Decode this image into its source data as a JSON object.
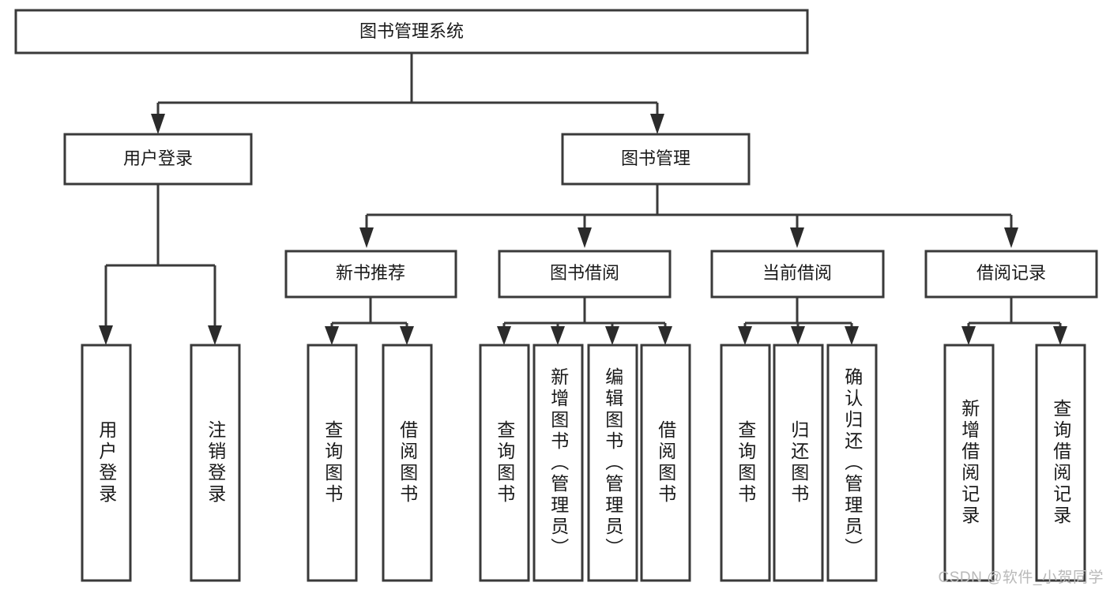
{
  "diagram": {
    "title": "图书管理系统",
    "type": "hierarchy-tree",
    "root": {
      "id": "root",
      "label": "图书管理系统"
    },
    "level2": [
      {
        "id": "user-login",
        "label": "用户登录"
      },
      {
        "id": "book-management",
        "label": "图书管理"
      }
    ],
    "level3": [
      {
        "id": "new-book-recommend",
        "label": "新书推荐",
        "parent": "book-management"
      },
      {
        "id": "book-borrow",
        "label": "图书借阅",
        "parent": "book-management"
      },
      {
        "id": "current-borrow",
        "label": "当前借阅",
        "parent": "book-management"
      },
      {
        "id": "borrow-record",
        "label": "借阅记录",
        "parent": "book-management"
      }
    ],
    "leaves": [
      {
        "id": "leaf-user-login",
        "label": "用户登录",
        "parent": "user-login"
      },
      {
        "id": "leaf-logout-login",
        "label": "注销登录",
        "parent": "user-login"
      },
      {
        "id": "leaf-query-book-1",
        "label": "查询图书",
        "parent": "new-book-recommend"
      },
      {
        "id": "leaf-borrow-book-1",
        "label": "借阅图书",
        "parent": "new-book-recommend"
      },
      {
        "id": "leaf-query-book-2",
        "label": "查询图书",
        "parent": "book-borrow"
      },
      {
        "id": "leaf-add-book-admin",
        "label": "新增图书（管理员）",
        "parent": "book-borrow"
      },
      {
        "id": "leaf-edit-book-admin",
        "label": "编辑图书（管理员）",
        "parent": "book-borrow"
      },
      {
        "id": "leaf-borrow-book-2",
        "label": "借阅图书",
        "parent": "book-borrow"
      },
      {
        "id": "leaf-query-book-3",
        "label": "查询图书",
        "parent": "current-borrow"
      },
      {
        "id": "leaf-return-book",
        "label": "归还图书",
        "parent": "current-borrow"
      },
      {
        "id": "leaf-confirm-return-admin",
        "label": "确认归还（管理员）",
        "parent": "current-borrow"
      },
      {
        "id": "leaf-add-borrow-record",
        "label": "新增借阅记录",
        "parent": "borrow-record"
      },
      {
        "id": "leaf-query-borrow-record",
        "label": "查询借阅记录",
        "parent": "borrow-record"
      }
    ],
    "watermark": "CSDN @软件_小贺同学",
    "colors": {
      "stroke": "#3a3a3a",
      "arrow": "#2b2b2b",
      "text": "#1a1a1a",
      "background": "#ffffff",
      "watermark": "#b9b9b9"
    }
  }
}
